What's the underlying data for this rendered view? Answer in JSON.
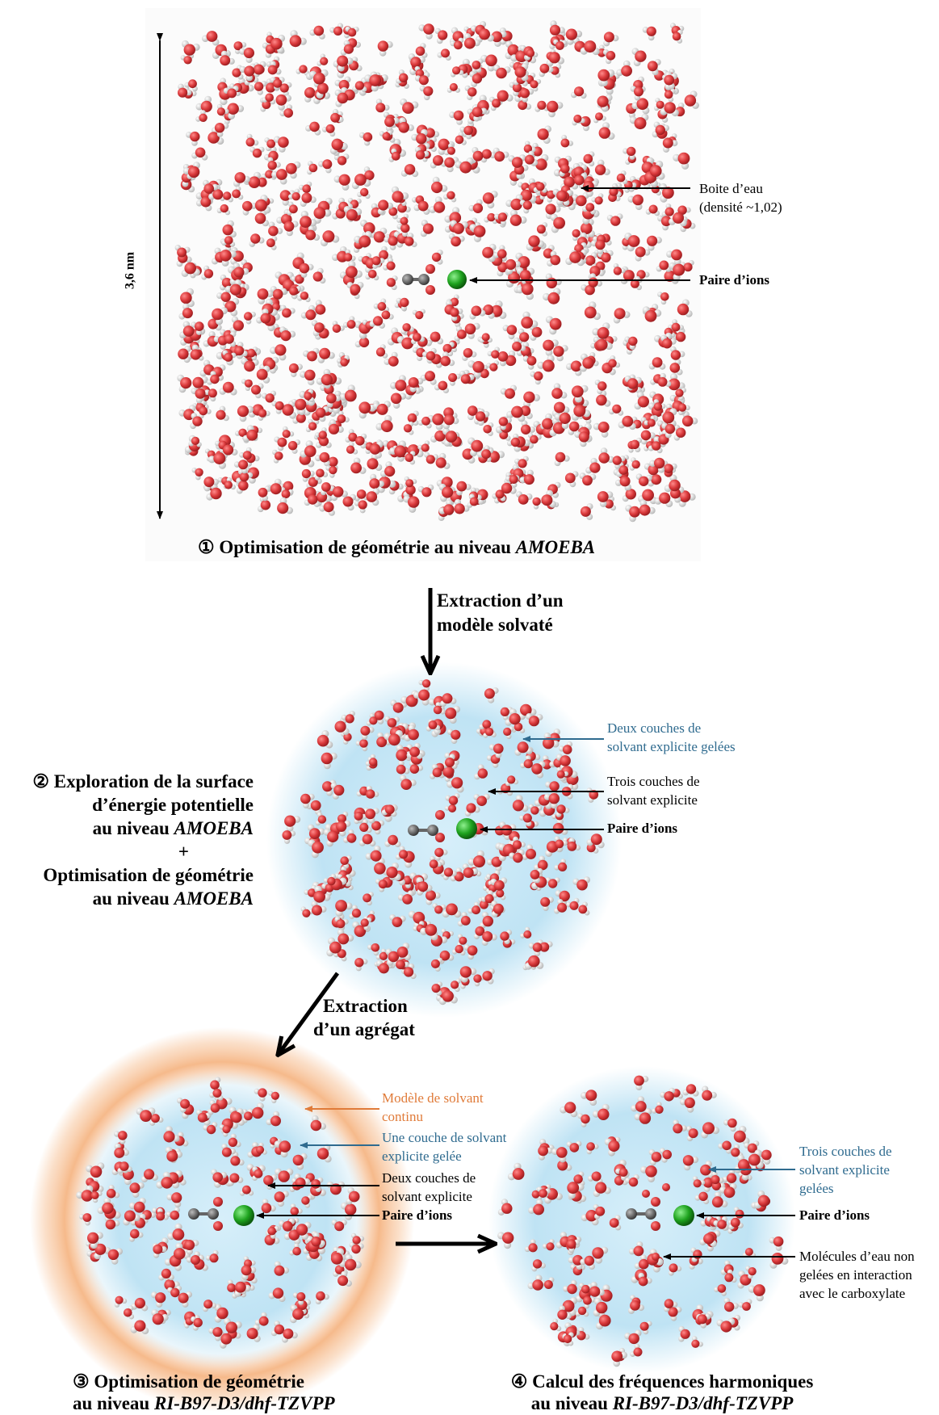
{
  "panel1": {
    "scale_label": "3,6 nm",
    "water_box_label": [
      "Boite d’eau",
      "(densité ~1,02)"
    ],
    "ion_pair_label": "Paire d’ions",
    "step_symbol": "①",
    "caption_prefix": "Optimisation de géométrie au niveau ",
    "caption_method": "AMOEBA"
  },
  "arrow1_label": [
    "Extraction d’un",
    "modèle solvaté"
  ],
  "panel2": {
    "frozen_label": [
      "Deux couches de",
      "solvant explicite gelées"
    ],
    "explicit_label": [
      "Trois couches de",
      "solvant explicite"
    ],
    "ion_pair_label": "Paire d’ions",
    "step_symbol": "②",
    "caption_lines": [
      "Exploration de la surface",
      "d’énergie potentielle",
      "au niveau ",
      "+",
      "Optimisation de géométrie",
      "au niveau "
    ],
    "caption_method": "AMOEBA"
  },
  "arrow2_label": [
    "Extraction",
    "d’un agrégat"
  ],
  "panel3": {
    "continuum_label": [
      "Modèle de solvant",
      "continu"
    ],
    "frozen_label": [
      "Une couche de solvant",
      "explicite gelée"
    ],
    "explicit_label": [
      "Deux couches de",
      "solvant explicite"
    ],
    "ion_pair_label": "Paire d’ions",
    "step_symbol": "③",
    "caption_line1": "Optimisation de géométrie",
    "caption_prefix": "au niveau ",
    "caption_method": "RI-B97-D3/dhf-TZVPP"
  },
  "panel4": {
    "frozen_label": [
      "Trois couches de",
      "solvant explicite",
      "gelées"
    ],
    "ion_pair_label": "Paire d’ions",
    "water_label": [
      "Molécules d’eau non",
      "gelées en interaction",
      "avec le carboxylate"
    ],
    "step_symbol": "④",
    "caption_line1": "Calcul des fréquences harmoniques",
    "caption_prefix": "au niveau ",
    "caption_method": "RI-B97-D3/dhf-TZVPP"
  },
  "colors": {
    "oxygen": "#d9383a",
    "hydrogen": "#e6e6e6",
    "carbon": "#5a5a5a",
    "cation": "#1ea21e",
    "implicit_solvent": "#f5b27e",
    "frozen_shell": "#bfe3f4",
    "frozen_text": "#2f6b8f",
    "continuum_text": "#e07b39"
  }
}
